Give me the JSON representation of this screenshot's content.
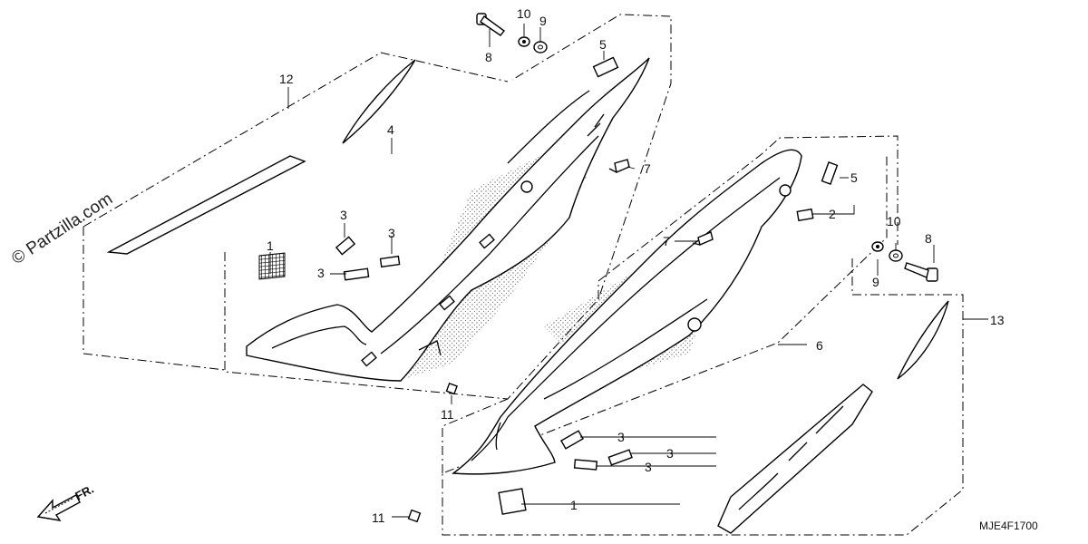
{
  "watermark": "© Partzilla.com",
  "diagram_code": "MJE4F1700",
  "front_marker": "FR.",
  "callouts": {
    "c1_left": "1",
    "c1_right": "1",
    "c2": "2",
    "c3_a": "3",
    "c3_b": "3",
    "c3_c": "3",
    "c3_d": "3",
    "c3_e": "3",
    "c3_f": "3",
    "c4": "4",
    "c5_left": "5",
    "c5_right": "5",
    "c6": "6",
    "c7_a": "7",
    "c7_b": "7",
    "c8_left": "8",
    "c8_right": "8",
    "c9_left": "9",
    "c9_right": "9",
    "c10_left": "10",
    "c10_right": "10",
    "c11_a": "11",
    "c11_b": "11",
    "c12": "12",
    "c13": "13"
  }
}
